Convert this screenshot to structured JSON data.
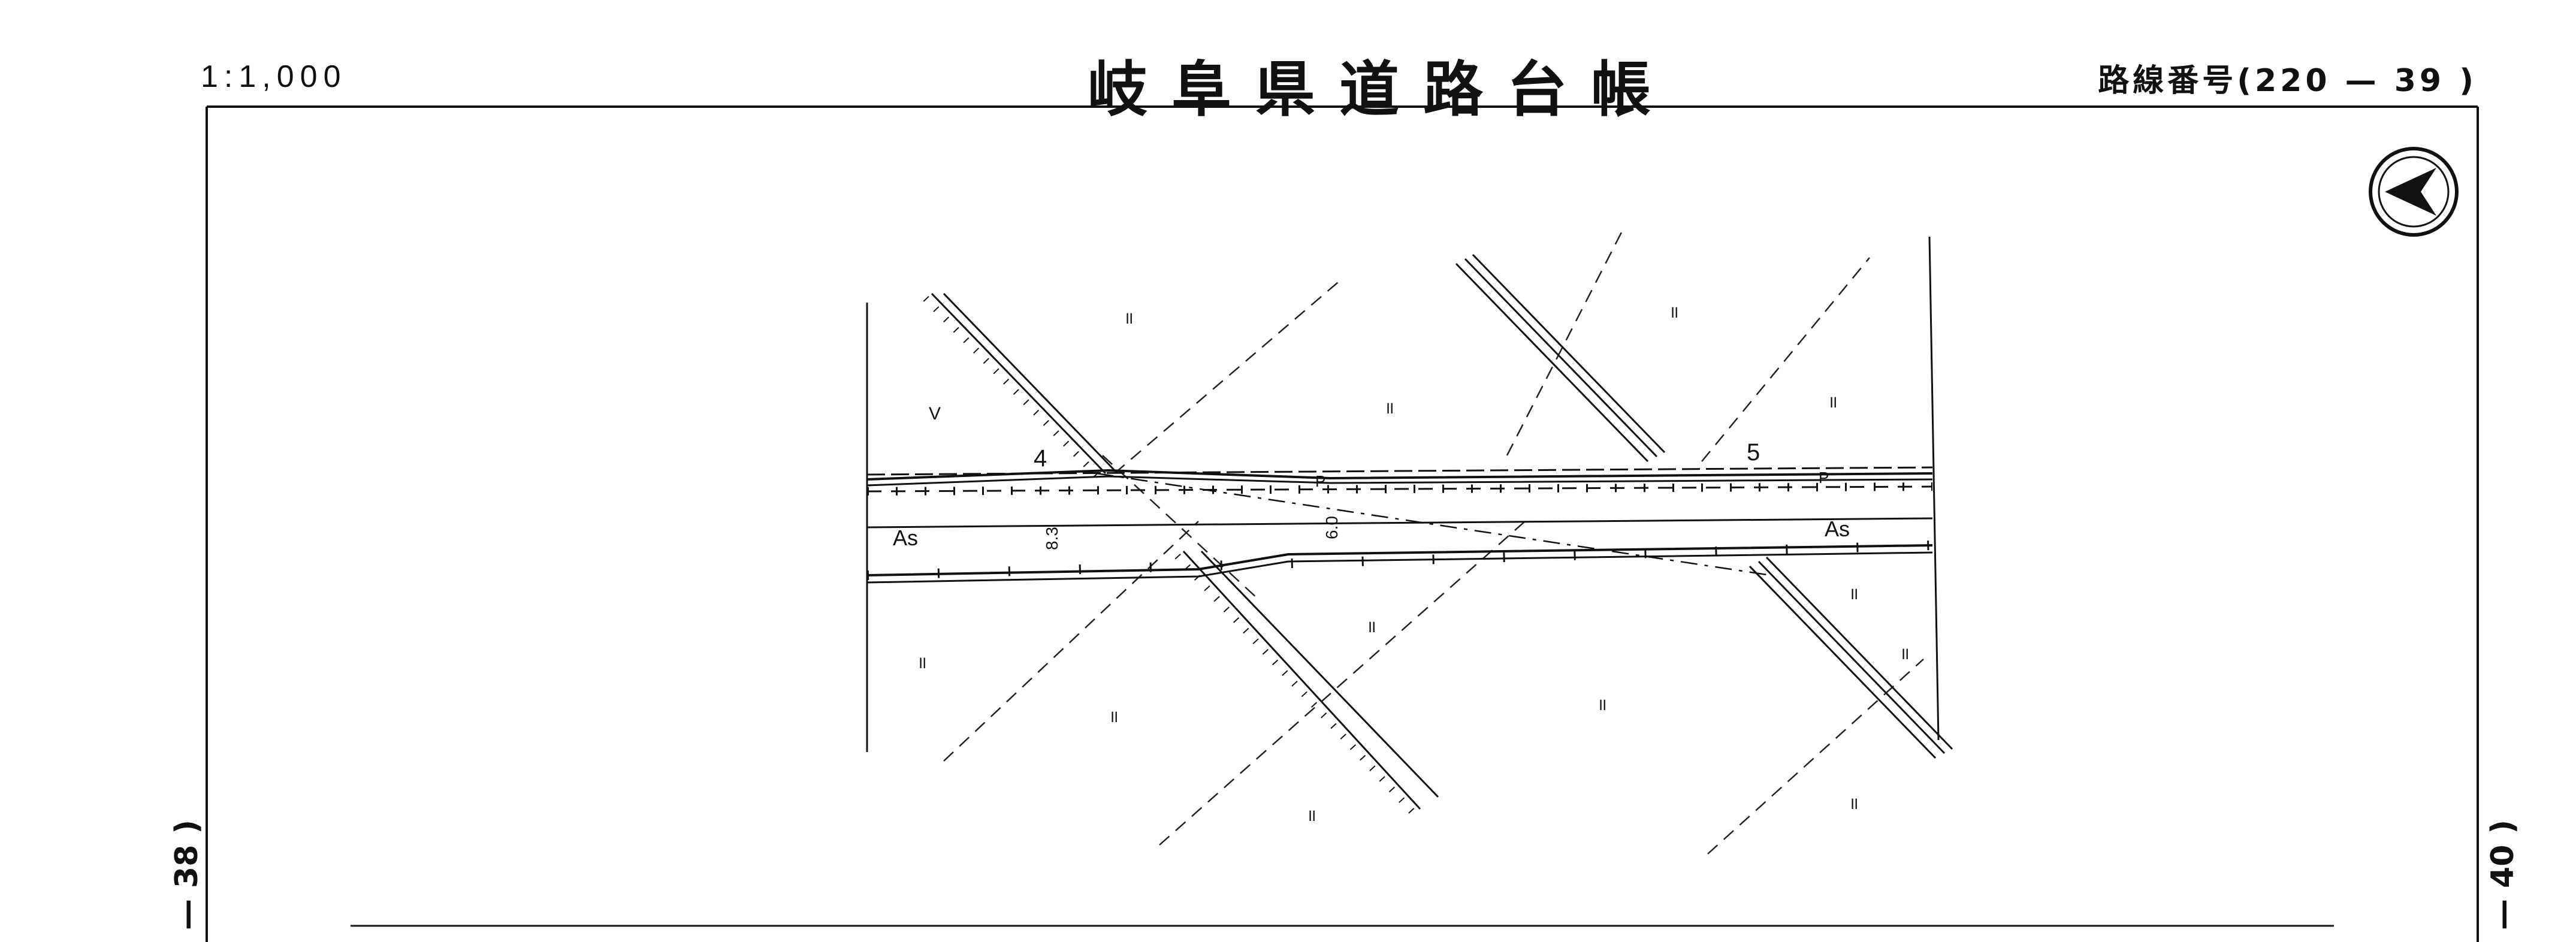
{
  "header": {
    "scale": "1:1,000",
    "title": "岐阜県道路台帳",
    "route_number": "路線番号(220 — 39 )"
  },
  "adjacent_sheets": {
    "left": "— 38 )",
    "right": "— 40 )"
  },
  "map": {
    "north_arrow_icon": "north-arrow-icon",
    "landmark_numbers": [
      "4",
      "5"
    ],
    "pavement_labels": [
      "As",
      "As"
    ],
    "width_labels": [
      "8.3",
      "6.0"
    ],
    "symbols": {
      "field": "॥",
      "vacant": "V",
      "pole": "P"
    }
  },
  "colors": {
    "ink": "#111111",
    "paper": "#ffffff"
  }
}
